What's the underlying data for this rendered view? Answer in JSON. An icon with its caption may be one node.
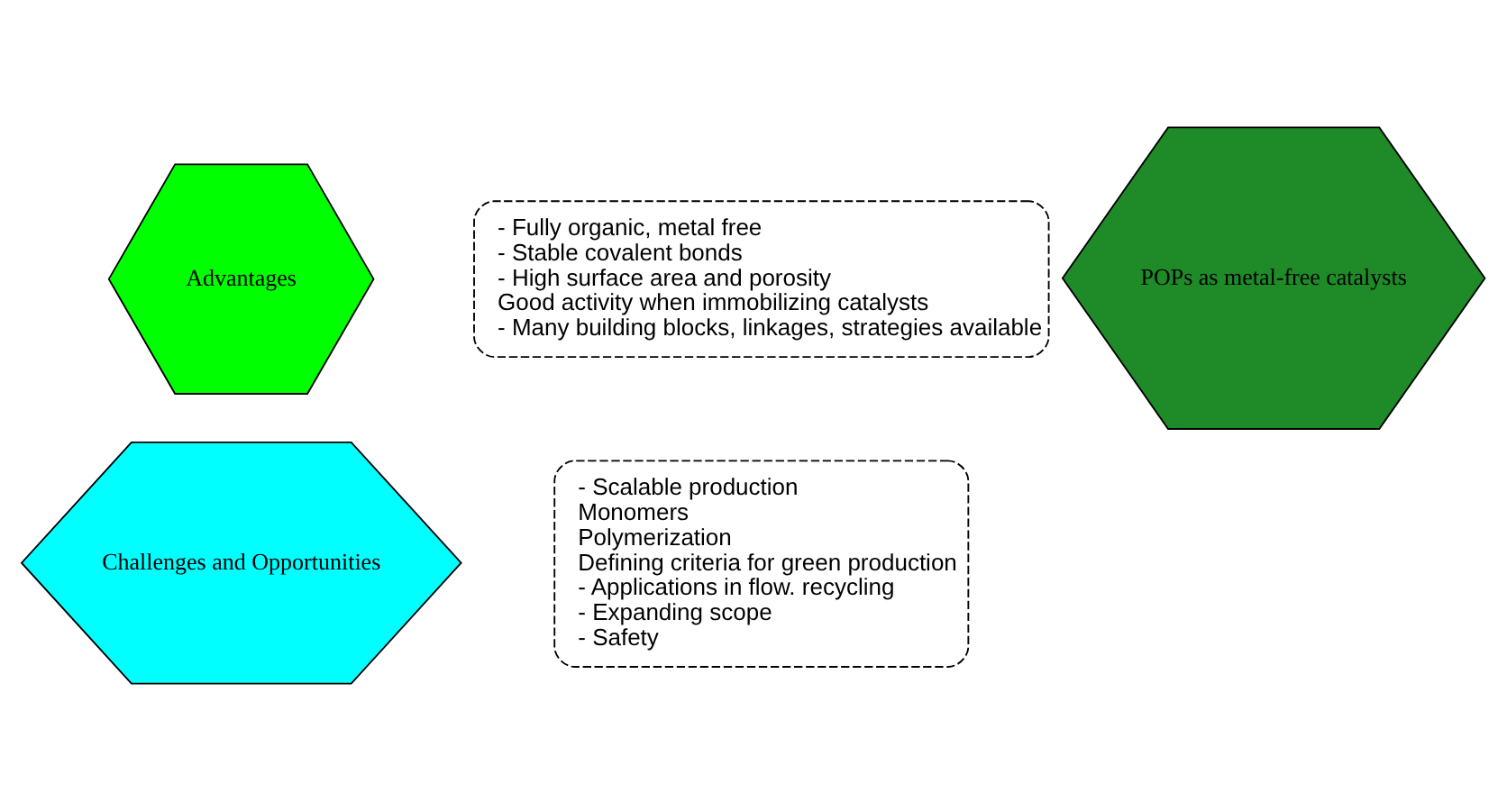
{
  "diagram": {
    "nodes": [
      {
        "text": [
          "Advantages"
        ]
      },
      {
        "text": [
          "- Fully organic, metal free",
          "- Stable covalent bonds",
          "- High surface area and porosity",
          "Good activity when immobilizing catalysts",
          "- Many building blocks, linkages, strategies available"
        ]
      },
      {
        "text": [
          "POPs as metal-free catalysts"
        ]
      },
      {
        "text": [
          "Challenges and Opportunities"
        ]
      },
      {
        "text": [
          "- Scalable production",
          "Monomers",
          "Polymerization",
          "Defining criteria for green production",
          "- Applications in flow. recycling",
          "- Expanding scope",
          "- Safety"
        ]
      }
    ]
  }
}
